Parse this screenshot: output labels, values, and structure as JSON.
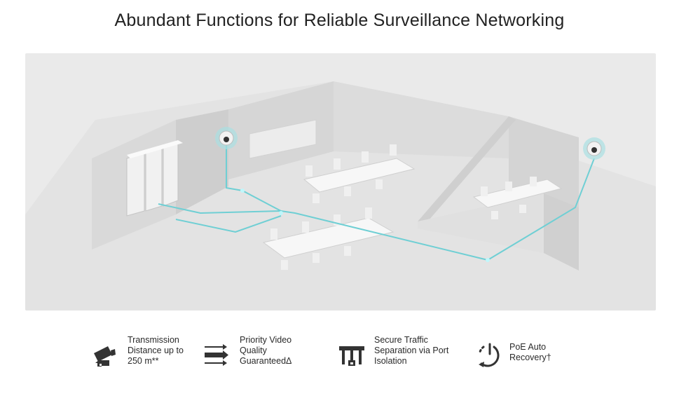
{
  "title": "Abundant Functions for Reliable Surveillance Networking",
  "colors": {
    "accent": "#5fd9df",
    "icon": "#333333",
    "background": "#eaeaea"
  },
  "features": [
    {
      "icon": "camera-distance-icon",
      "lines": [
        "Transmission",
        "Distance up to",
        "250 m**"
      ]
    },
    {
      "icon": "priority-arrows-icon",
      "lines": [
        "Priority Video",
        "Quality",
        "GuaranteedΔ"
      ]
    },
    {
      "icon": "port-isolation-icon",
      "lines": [
        "Secure Traffic",
        "Separation via Port",
        "Isolation"
      ]
    },
    {
      "icon": "poe-recovery-icon",
      "lines": [
        "PoE Auto",
        "Recovery†"
      ]
    }
  ]
}
